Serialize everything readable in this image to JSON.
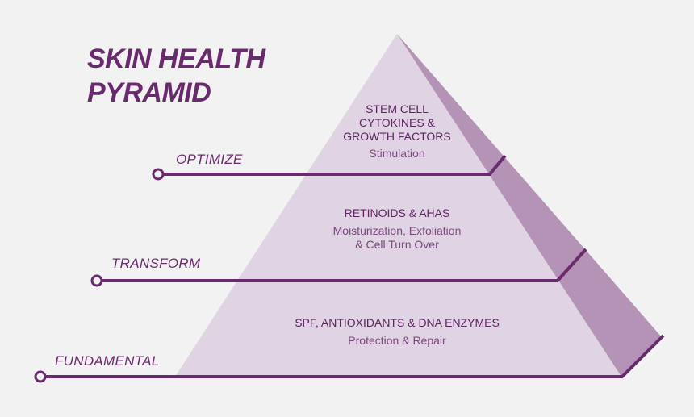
{
  "title": {
    "line1": "SKIN HEALTH",
    "line2": "PYRAMID"
  },
  "levels": [
    {
      "label": "OPTIMIZE"
    },
    {
      "label": "TRANSFORM"
    },
    {
      "label": "FUNDAMENTAL"
    }
  ],
  "tiers": [
    {
      "head_lines": [
        "STEM CELL",
        "CYTOKINES &",
        "GROWTH FACTORS"
      ],
      "sub_lines": [
        "Stimulation"
      ]
    },
    {
      "head_lines": [
        "RETINOIDS & AHAS"
      ],
      "sub_lines": [
        "Moisturization, Exfoliation",
        "& Cell Turn Over"
      ]
    },
    {
      "head_lines": [
        "SPF, ANTIOXIDANTS & DNA ENZYMES"
      ],
      "sub_lines": [
        "Protection & Repair"
      ]
    }
  ],
  "colors": {
    "background": "#f2f2f2",
    "pyramid_face": "#e0d3e3",
    "pyramid_side": "#b493b6",
    "line": "#6a2a6e"
  }
}
